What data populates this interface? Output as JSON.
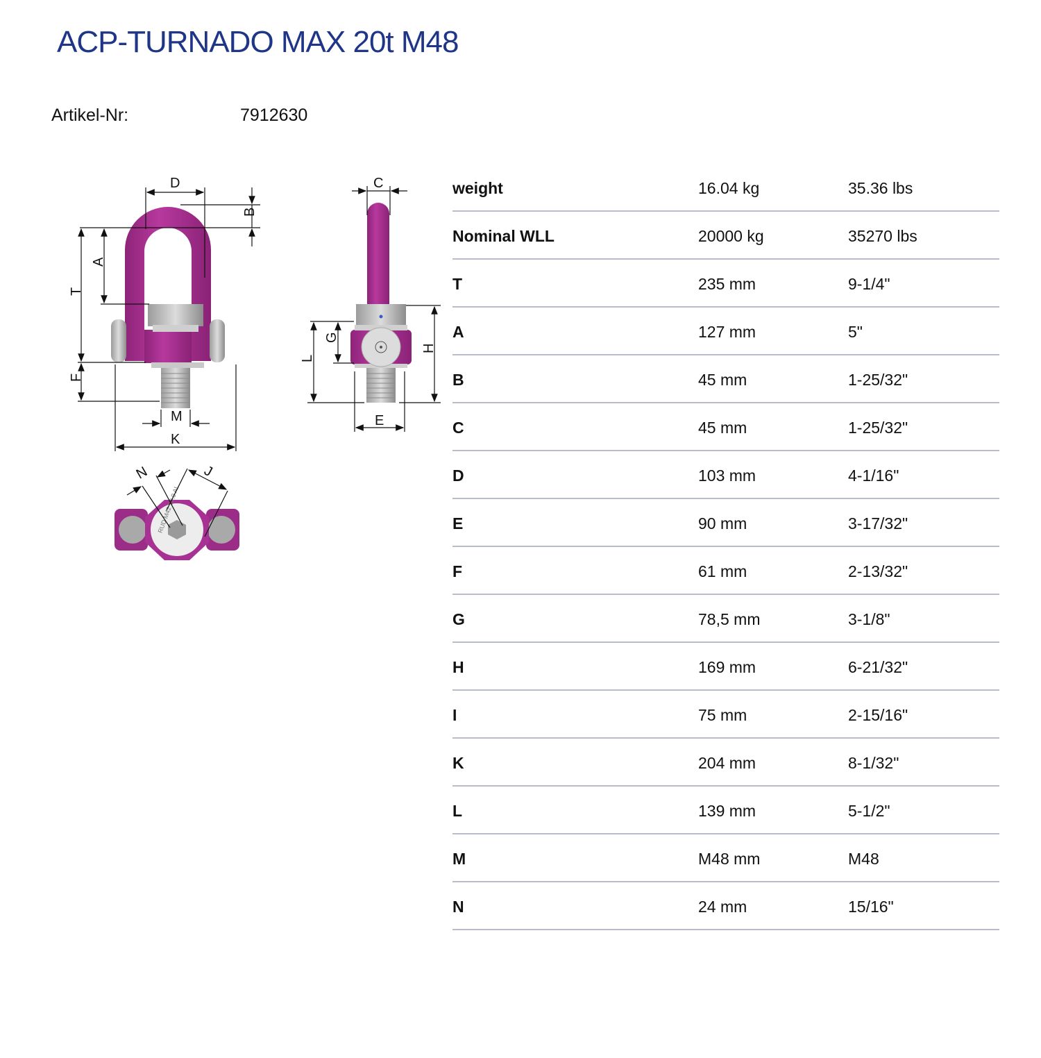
{
  "header": {
    "title": "ACP-TURNADO MAX 20t M48",
    "article_label": "Artikel-Nr:",
    "article_number": "7912630"
  },
  "colors": {
    "title": "#1f3587",
    "product_body": "#a2308d",
    "divider": "#b9bccb"
  },
  "drawings": {
    "front_view": {
      "dimension_labels": [
        "D",
        "B",
        "A",
        "T",
        "F",
        "M",
        "K"
      ]
    },
    "side_view": {
      "dimension_labels": [
        "C",
        "G",
        "L",
        "H",
        "E"
      ]
    },
    "top_view": {
      "dimension_labels": [
        "N",
        "J"
      ],
      "engraving": "RUD M42 10.9 AL"
    }
  },
  "specs": {
    "rows": [
      {
        "name": "weight",
        "metric": "16.04 kg",
        "imperial": "35.36 lbs"
      },
      {
        "name": "Nominal WLL",
        "metric": "20000 kg",
        "imperial": "35270 lbs"
      },
      {
        "name": "T",
        "metric": "235 mm",
        "imperial": "9-1/4\""
      },
      {
        "name": "A",
        "metric": "127 mm",
        "imperial": "5\""
      },
      {
        "name": "B",
        "metric": "45 mm",
        "imperial": "1-25/32\""
      },
      {
        "name": "C",
        "metric": "45 mm",
        "imperial": "1-25/32\""
      },
      {
        "name": "D",
        "metric": "103 mm",
        "imperial": "4-1/16\""
      },
      {
        "name": "E",
        "metric": "90 mm",
        "imperial": "3-17/32\""
      },
      {
        "name": "F",
        "metric": "61 mm",
        "imperial": "2-13/32\""
      },
      {
        "name": "G",
        "metric": "78,5 mm",
        "imperial": "3-1/8\""
      },
      {
        "name": "H",
        "metric": "169 mm",
        "imperial": "6-21/32\""
      },
      {
        "name": "I",
        "metric": "75 mm",
        "imperial": "2-15/16\""
      },
      {
        "name": "K",
        "metric": "204 mm",
        "imperial": "8-1/32\""
      },
      {
        "name": "L",
        "metric": "139 mm",
        "imperial": "5-1/2\""
      },
      {
        "name": "M",
        "metric": "M48 mm",
        "imperial": "M48"
      },
      {
        "name": "N",
        "metric": "24 mm",
        "imperial": "15/16\""
      }
    ]
  }
}
